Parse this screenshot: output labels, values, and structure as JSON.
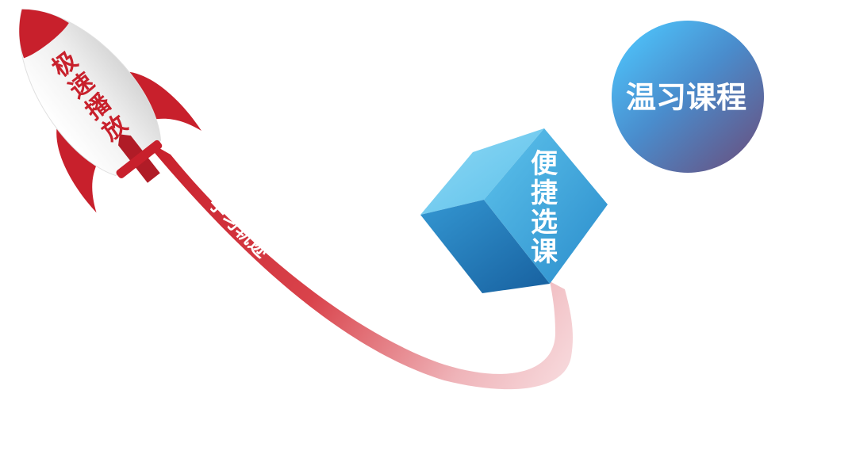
{
  "rocket": {
    "label_chars": [
      "极",
      "速",
      "播",
      "放"
    ],
    "body_color": "#eeeeee",
    "fin_color": "#c8202c",
    "text_color": "#c8202c"
  },
  "trail": {
    "label": "学习轨迹",
    "color_start": "#c8202c",
    "color_end": "#f7d9dc"
  },
  "cube": {
    "label_chars": [
      "便",
      "捷",
      "选",
      "课"
    ],
    "top_color": "#7dd0ef",
    "left_color": "#1f7fc0",
    "right_color": "#48b0e0"
  },
  "circle": {
    "label": "温习课程",
    "color_start": "#4db9f2",
    "color_end": "#645a8c"
  }
}
